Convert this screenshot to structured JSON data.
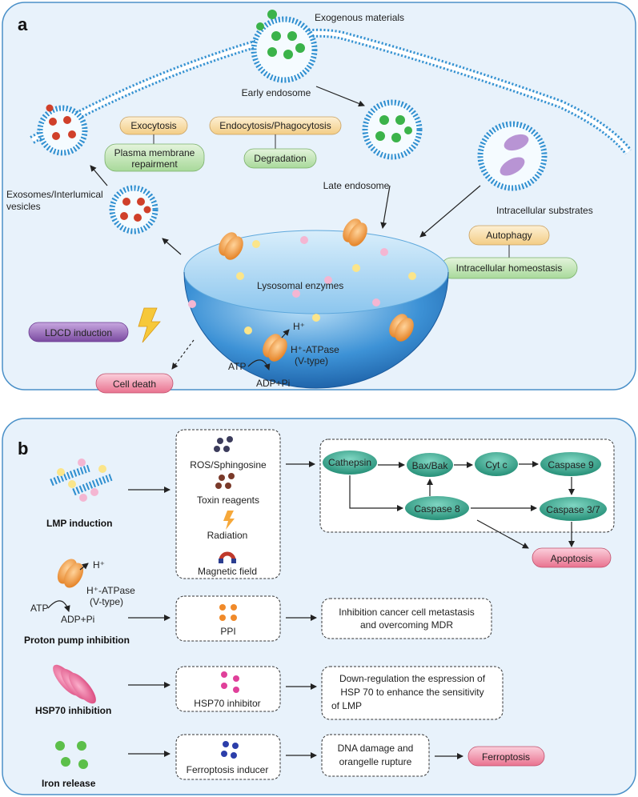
{
  "panel_a": {
    "letter": "a",
    "exogenous": "Exogenous materials",
    "early_endosome": "Early endosome",
    "late_endosome": "Late endosome",
    "exosomes_line1": "Exosomes/Interlumical",
    "exosomes_line2": "vesicles",
    "intracellular_substrates": "Intracellular substrates",
    "exocytosis": "Exocytosis",
    "plasma_line1": "Plasma membrane",
    "plasma_line2": "repairment",
    "endocytosis": "Endocytosis/Phagocytosis",
    "degradation": "Degradation",
    "autophagy": "Autophagy",
    "homeostasis": "Intracellular homeostasis",
    "lysosomal_enzymes": "Lysosomal enzymes",
    "h_plus": "H⁺",
    "atpase_line1": "H⁺-ATPase",
    "atpase_line2": "(V-type)",
    "atp": "ATP",
    "adp": "ADP+Pi",
    "ldcd": "LDCD induction",
    "cell_death": "Cell death"
  },
  "panel_b": {
    "letter": "b",
    "lmp_induction": "LMP induction",
    "inducers": [
      "ROS/Sphingosine",
      "Toxin reagents",
      "Radiation",
      "Magnetic field"
    ],
    "cathepsin": "Cathepsin",
    "bax": "Bax/Bak",
    "cytc": "Cyt c",
    "casp9": "Caspase 9",
    "casp8": "Caspase 8",
    "casp37": "Caspase 3/7",
    "apoptosis": "Apoptosis",
    "h_plus": "H⁺",
    "atpase_line1": "H⁺-ATPase",
    "atpase_line2": "(V-type)",
    "atp": "ATP",
    "adp": "ADP+Pi",
    "ppi": "PPI",
    "proton_pump": "Proton pump inhibition",
    "ppi_out_line1": "Inhibition cancer cell metastasis",
    "ppi_out_line2": "and overcoming MDR",
    "hsp70_inhibition": "HSP70 inhibition",
    "hsp70_inhibitor": "HSP70 inhibitor",
    "hsp_out_line1": "Down-regulation the espression of",
    "hsp_out_line2": "HSP 70 to enhance the sensitivity",
    "hsp_out_line3": "of LMP",
    "iron_release": "Iron release",
    "ferro_inducer": "Ferroptosis inducer",
    "dna_line1": "DNA damage and",
    "dna_line2": "orangelle rupture",
    "ferroptosis": "Ferroptosis"
  },
  "colors": {
    "panel_bg": "#e8f2fb",
    "panel_border": "#4a90c8",
    "membrane": "#2f8fd0",
    "orange_box": "#f6d9a0",
    "green_box": "#bfe3b4",
    "purple_box": "#8b5fb0",
    "pink_box": "#f08aa8",
    "teal_node": "#2fa088",
    "lysosome": "#2a78c0"
  }
}
